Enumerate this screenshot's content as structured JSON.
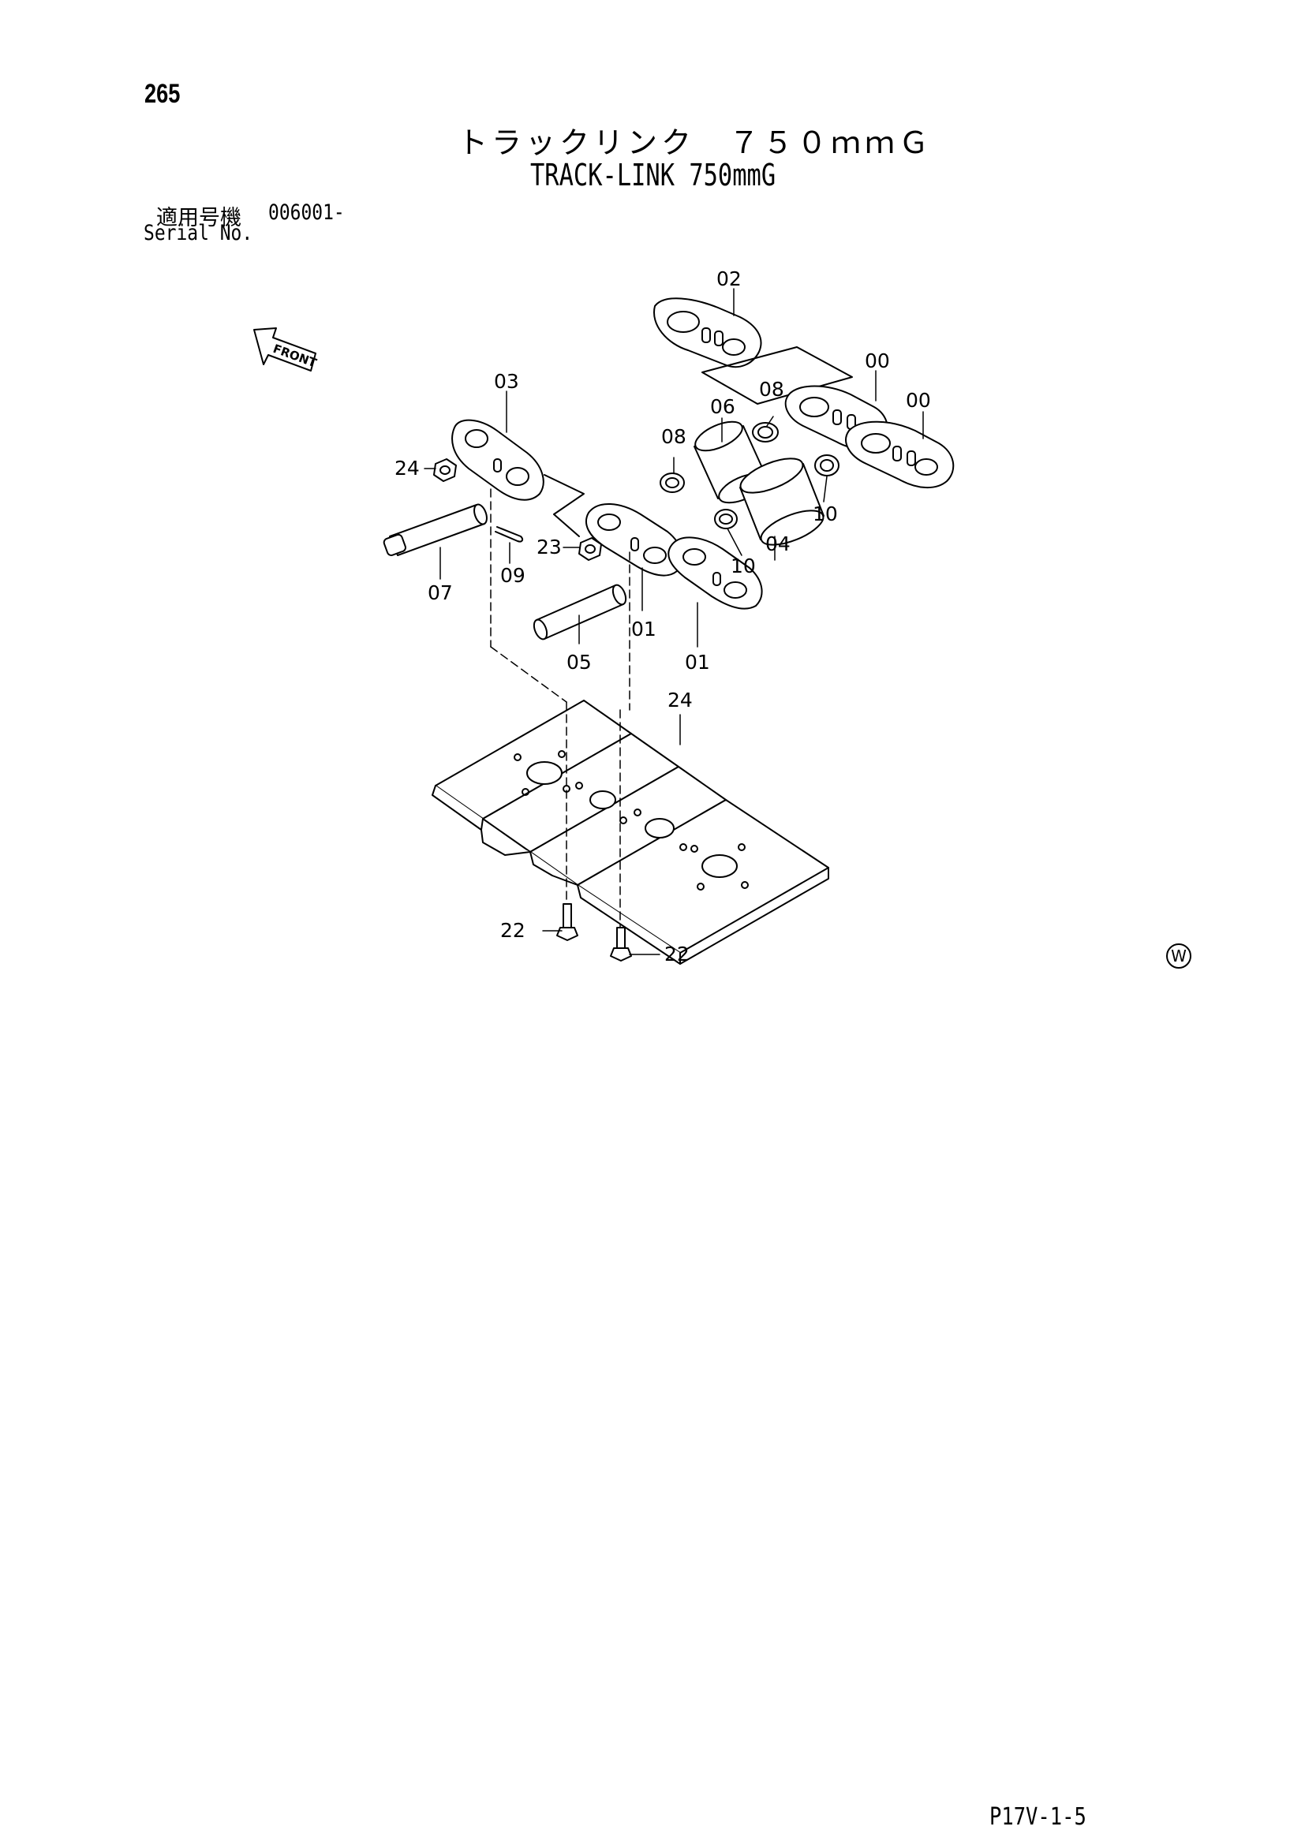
{
  "page": {
    "number": "265",
    "title_ja": "トラックリンク　７５０ｍｍＧ",
    "title_en": "TRACK-LINK 750mmG",
    "serial_label_ja": "適用号機",
    "serial_number": "006001-",
    "serial_label_en": "Serial No.",
    "footer_code": "P17V-1-5",
    "watermark_mark": "W"
  },
  "diagram": {
    "front_arrow_label": "FRONT",
    "callouts": [
      {
        "id": "c02",
        "label": "02"
      },
      {
        "id": "c00a",
        "label": "00"
      },
      {
        "id": "c00b",
        "label": "00"
      },
      {
        "id": "c03",
        "label": "03"
      },
      {
        "id": "c08a",
        "label": "08"
      },
      {
        "id": "c06",
        "label": "06"
      },
      {
        "id": "c08b",
        "label": "08"
      },
      {
        "id": "c24a",
        "label": "24"
      },
      {
        "id": "c10a",
        "label": "10"
      },
      {
        "id": "c23",
        "label": "23"
      },
      {
        "id": "c10b",
        "label": "10"
      },
      {
        "id": "c04",
        "label": "04"
      },
      {
        "id": "c09",
        "label": "09"
      },
      {
        "id": "c07",
        "label": "07"
      },
      {
        "id": "c01a",
        "label": "01"
      },
      {
        "id": "c01b",
        "label": "01"
      },
      {
        "id": "c05",
        "label": "05"
      },
      {
        "id": "c24b",
        "label": "24"
      },
      {
        "id": "c22a",
        "label": "22"
      },
      {
        "id": "c22b",
        "label": "22"
      }
    ]
  }
}
